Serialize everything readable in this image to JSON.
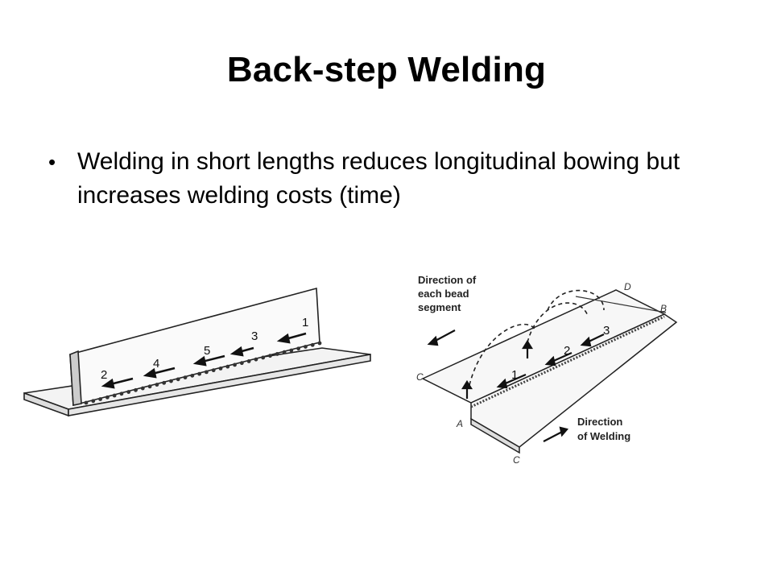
{
  "slide": {
    "title": "Back-step Welding",
    "bullets": [
      "Welding in short lengths reduces longitudinal bowing but increases welding costs (time)"
    ]
  },
  "figure_left": {
    "segment_numbers": [
      "2",
      "4",
      "5",
      "3",
      "1"
    ]
  },
  "figure_right": {
    "caption_segment": [
      "Direction of",
      "each bead",
      "segment"
    ],
    "caption_welding": [
      "Direction",
      "of Welding"
    ],
    "segment_numbers": [
      "1",
      "2",
      "3"
    ],
    "corner_labels": [
      "D",
      "B",
      "C",
      "A",
      "C"
    ]
  }
}
